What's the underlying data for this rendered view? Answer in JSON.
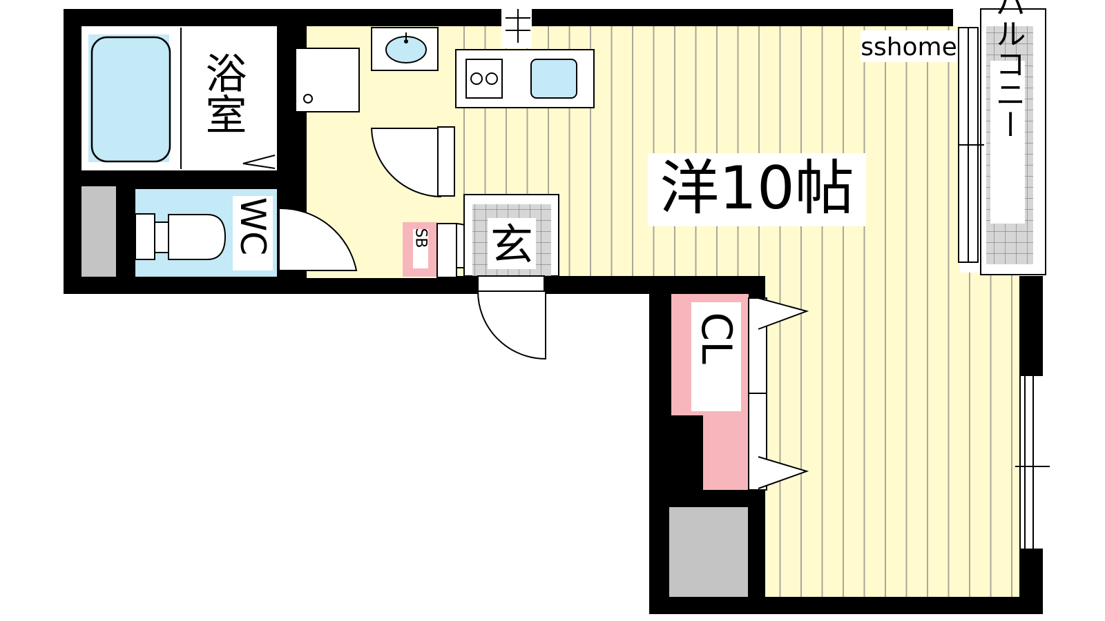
{
  "watermark": "sshome",
  "rooms": {
    "bath": "浴室",
    "wc": "WC",
    "shoe_box": "SB",
    "entrance": "玄",
    "western_room": "洋10帖",
    "closet": "CL",
    "balcony": "バルコニー"
  },
  "colors": {
    "wall": "#000000",
    "floor_yellow": "#fffbcf",
    "floor_lines": "#a9a69a",
    "water_blue": "#c4e9f7",
    "storage_pink": "#f7b6bb",
    "shaft_gray": "#c4c4c4",
    "tile_gray": "#d6d6d6"
  }
}
